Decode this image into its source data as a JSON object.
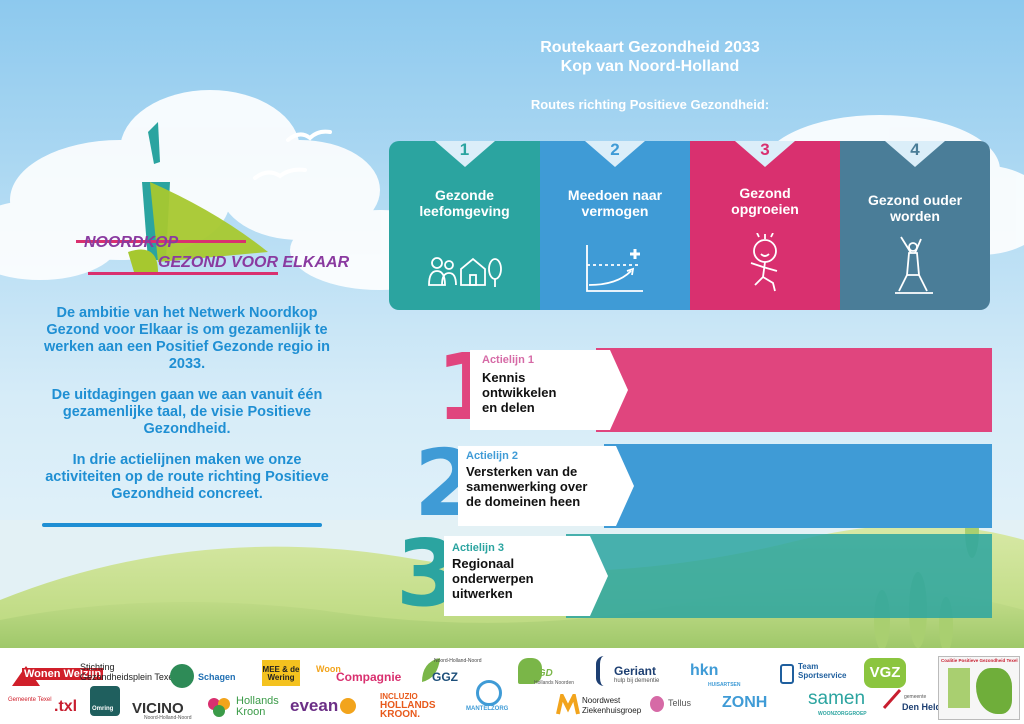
{
  "header": {
    "title_line1": "Routekaart Gezondheid 2033",
    "title_line2": "Kop van Noord-Holland",
    "routes_label": "Routes richting Positieve Gezondheid:"
  },
  "logo": {
    "top_text": "NOORDKOP",
    "bottom_text": "GEZOND VOOR ELKAAR"
  },
  "routes": [
    {
      "number": "1",
      "label_line1": "Gezonde",
      "label_line2": "leefomgeving",
      "color": "#2ba4a0",
      "icon": "people-house-tree-icon"
    },
    {
      "number": "2",
      "label_line1": "Meedoen naar",
      "label_line2": "vermogen",
      "color": "#3f9bd6",
      "icon": "growth-chart-icon"
    },
    {
      "number": "3",
      "label_line1": "Gezond",
      "label_line2": "opgroeien",
      "color": "#d9306f",
      "icon": "running-child-icon"
    },
    {
      "number": "4",
      "label_line1": "Gezond ouder",
      "label_line2": "worden",
      "color": "#4a7d98",
      "icon": "stretching-person-icon"
    }
  ],
  "intro": {
    "p1": "De ambitie van het Netwerk Noordkop Gezond voor Elkaar is om gezamenlijk te werken aan een Positief Gezonde regio in 2033.",
    "p2": "De uitdagingen gaan we aan vanuit één gezamenlijke taal, de visie Positieve Gezondheid.",
    "p3": "In drie actielijnen maken we onze activiteiten op de route richting Positieve Gezondheid concreet."
  },
  "actions": [
    {
      "number": "1",
      "label": "Actielijn 1",
      "line1": "Kennis",
      "line2": "ontwikkelen",
      "line3": "en delen",
      "color": "#e0457e",
      "label_color": "#d66aa6"
    },
    {
      "number": "2",
      "label": "Actielijn 2",
      "line1": "Versterken van de",
      "line2": "samenwerking over",
      "line3": "de domeinen heen",
      "color": "#3f9bd6",
      "label_color": "#3f9bd6"
    },
    {
      "number": "3",
      "label": "Actielijn 3",
      "line1": "Regionaal",
      "line2": "onderwerpen",
      "line3": "uitwerken",
      "color": "#2ba4a0",
      "label_color": "#2ba4a0"
    }
  ],
  "partners": {
    "wonen_welzijn": "Wonen Welzijn",
    "gemeente_texel": "Gemeente Texel",
    "txl": ".txl",
    "stichting_line1": "Stichting",
    "stichting_line2": "Gezondheidsplein Texel",
    "omring": "Omring",
    "schagen": "Schagen",
    "vicino": "VICINO",
    "vicino_sub": "Noord-Holland-Noord",
    "mee": "MEE & de Wering",
    "hollands_kroon": "Hollands Kroon",
    "woon": "Woon",
    "compagnie": "Compagnie",
    "evean": "evean",
    "ggz": "GGZ",
    "ggz_top": "Noord-Holland-Noord",
    "incluzio1": "INCLUZIO",
    "incluzio2": "HOLLANDS",
    "incluzio3": "KROON.",
    "mantelzorg": "MANTELZORG",
    "ggd": "GGD",
    "ggd_sub": "Hollands Noorden",
    "nw1": "Noordwest",
    "nw2": "Ziekenhuisgroep",
    "geriant": "Geriant",
    "geriant_sub": "hulp bij dementie",
    "tellus": "Tellus",
    "hkn": "hkn",
    "hkn_sub": "HUISARTSEN",
    "zonh": "ZONH",
    "team_sport1": "Team",
    "team_sport2": "Sportservice",
    "samen": "samen",
    "samen_sub": "WOONZORGGROEP",
    "vgz": "VGZ",
    "den_helder_small": "gemeente",
    "den_helder": "Den Helder",
    "coalitie": "Coalitie Positieve Gezondheid Texel"
  }
}
